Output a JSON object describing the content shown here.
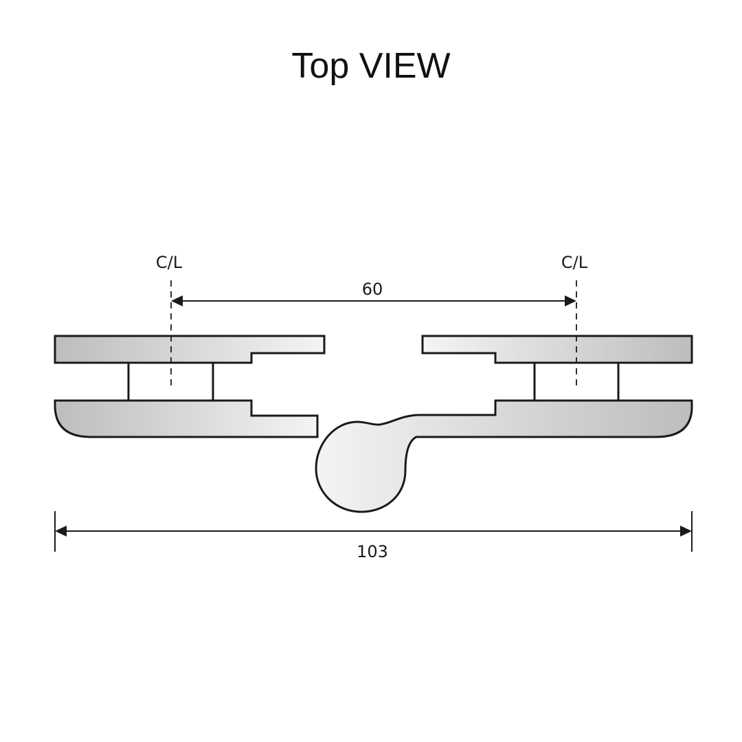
{
  "title": "Top VIEW",
  "labels": {
    "centerline_left": "C/L",
    "centerline_right": "C/L",
    "spacing_dimension": "60",
    "overall_dimension": "103"
  },
  "colors": {
    "outline": "#1a1a1a",
    "fill_light": "#f2f2f3",
    "fill_dark": "#bdbdbf",
    "background": "#ffffff"
  }
}
